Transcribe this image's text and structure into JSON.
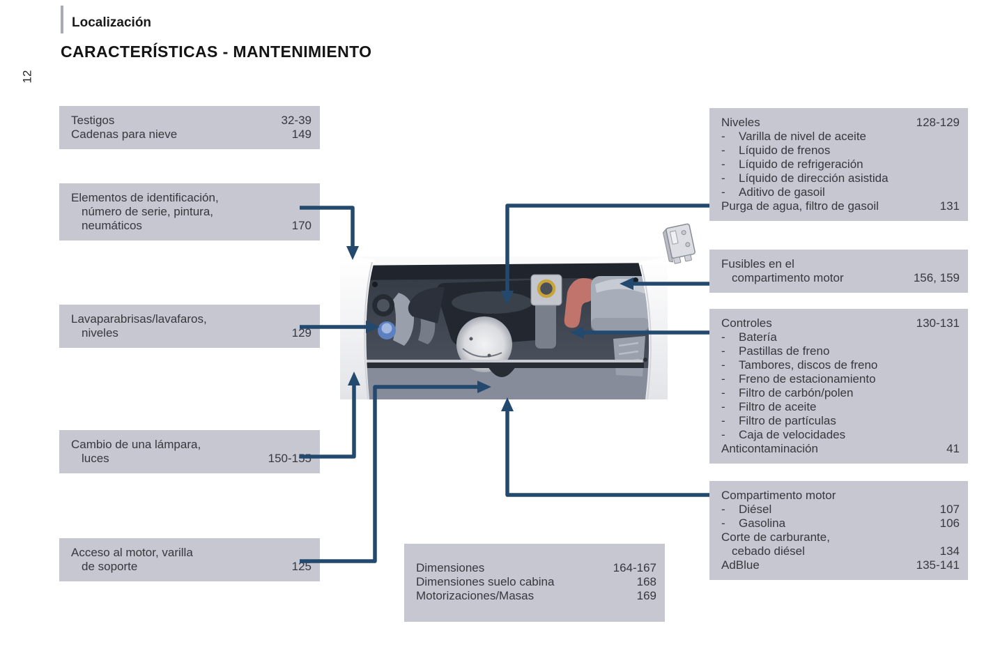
{
  "page": {
    "section": "Localización",
    "title": "CARACTERÍSTICAS - MANTENIMIENTO",
    "page_number": "12"
  },
  "ui": {
    "dash": "-"
  },
  "colors": {
    "box_bg": "#c6c7d1",
    "arrow": "#234a6e",
    "text": "#37373c",
    "salmon_handle": "#c0746b",
    "washer_cap_blue": "#5d80c1",
    "oil_cap_yellow": "#c8a43a"
  },
  "boxes": {
    "testigos": {
      "entries": [
        {
          "lines": [
            "Testigos"
          ],
          "page": "32-39"
        },
        {
          "lines": [
            "Cadenas para nieve"
          ],
          "page": "149"
        }
      ]
    },
    "elementos": {
      "entries": [
        {
          "lines": [
            "Elementos de identificación,",
            "número de serie, pintura,",
            "neumáticos"
          ],
          "page": "170"
        }
      ]
    },
    "lavaparabrisas": {
      "entries": [
        {
          "lines": [
            "Lavaparabrisas/lavafaros,",
            "niveles"
          ],
          "page": "129"
        }
      ]
    },
    "cambio_lampara": {
      "entries": [
        {
          "lines": [
            "Cambio de una lámpara,",
            "luces"
          ],
          "page": "150-155"
        }
      ]
    },
    "acceso_motor": {
      "entries": [
        {
          "lines": [
            "Acceso al motor, varilla",
            "de soporte"
          ],
          "page": "125"
        }
      ]
    },
    "dimensiones": {
      "entries": [
        {
          "lines": [
            "Dimensiones"
          ],
          "page": "164-167"
        },
        {
          "lines": [
            "Dimensiones suelo cabina"
          ],
          "page": "168"
        },
        {
          "lines": [
            "Motorizaciones/Masas"
          ],
          "page": "169"
        }
      ]
    },
    "niveles": {
      "entries": [
        {
          "lines": [
            "Niveles"
          ],
          "page": "128-129"
        },
        {
          "dash": true,
          "lines": [
            "Varilla de nivel de aceite"
          ]
        },
        {
          "dash": true,
          "lines": [
            "Líquido de frenos"
          ]
        },
        {
          "dash": true,
          "lines": [
            "Líquido de refrigeración"
          ]
        },
        {
          "dash": true,
          "lines": [
            "Líquido de dirección asistida"
          ]
        },
        {
          "dash": true,
          "lines": [
            "Aditivo de gasoil"
          ]
        },
        {
          "lines": [
            "Purga de agua, filtro de gasoil"
          ],
          "page": "131"
        }
      ]
    },
    "fusibles": {
      "entries": [
        {
          "lines": [
            "Fusibles en el",
            "compartimento motor"
          ],
          "page": "156, 159"
        }
      ]
    },
    "controles": {
      "entries": [
        {
          "lines": [
            "Controles"
          ],
          "page": "130-131"
        },
        {
          "dash": true,
          "lines": [
            "Batería"
          ]
        },
        {
          "dash": true,
          "lines": [
            "Pastillas de freno"
          ]
        },
        {
          "dash": true,
          "lines": [
            "Tambores, discos de freno"
          ]
        },
        {
          "dash": true,
          "lines": [
            "Freno de estacionamiento"
          ]
        },
        {
          "dash": true,
          "lines": [
            "Filtro de carbón/polen"
          ]
        },
        {
          "dash": true,
          "lines": [
            "Filtro de aceite"
          ]
        },
        {
          "dash": true,
          "lines": [
            "Filtro de partículas"
          ]
        },
        {
          "dash": true,
          "lines": [
            "Caja de velocidades"
          ]
        },
        {
          "lines": [
            "Anticontaminación"
          ],
          "page": "41"
        }
      ]
    },
    "compartimento_motor": {
      "entries": [
        {
          "lines": [
            "Compartimento motor"
          ]
        },
        {
          "dash": true,
          "lines": [
            "Diésel"
          ],
          "page": "107"
        },
        {
          "dash": true,
          "lines": [
            "Gasolina"
          ],
          "page": "106"
        },
        {
          "lines": [
            "Corte de carburante,",
            "cebado diésel"
          ],
          "page": "134"
        },
        {
          "lines": [
            "AdBlue"
          ],
          "page": "135-141"
        }
      ]
    }
  }
}
